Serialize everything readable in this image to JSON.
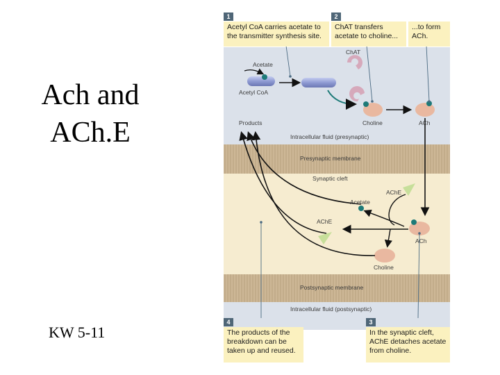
{
  "slide": {
    "title": "Ach and ACh.E",
    "footer": "KW 5-11"
  },
  "steps": [
    {
      "number": "1",
      "text": "Acetyl CoA carries acetate to the transmitter synthesis site."
    },
    {
      "number": "2",
      "text": "ChAT transfers acetate to choline..."
    },
    {
      "number": "",
      "text": "...to form ACh."
    },
    {
      "number": "3",
      "text": "In the synaptic cleft, AChE detaches acetate from choline."
    },
    {
      "number": "4",
      "text": "The products of the breakdown can be taken up and reused."
    }
  ],
  "labels": {
    "acetate_top": "Acetate",
    "acetyl_coa": "Acetyl CoA",
    "chat": "ChAT",
    "choline_top": "Choline",
    "ach_top": "ACh",
    "products": "Products",
    "intracellular_pre": "Intracellular fluid (presynaptic)",
    "presynaptic_membrane": "Presynaptic membrane",
    "synaptic_cleft": "Synaptic cleft",
    "ache_right": "AChE",
    "acetate_mid": "Acetate",
    "ache_left": "AChE",
    "ach_bottom": "ACh",
    "choline_bottom": "Choline",
    "postsynaptic_membrane": "Postsynaptic membrane",
    "intracellular_post": "Intracellular fluid (postsynaptic)"
  },
  "colors": {
    "step_box": "#fbf1bf",
    "presynaptic_fluid": "#dbe1ea",
    "cleft": "#f6ecd0",
    "membrane": "#cdb796",
    "choline": "#e9b8a0",
    "enzyme_chat": "#d6a9bb",
    "enzyme_ache": "#c7df9a",
    "acetyl_carrier": "#9aa6d6",
    "acetate_dot": "#1d7a78"
  }
}
